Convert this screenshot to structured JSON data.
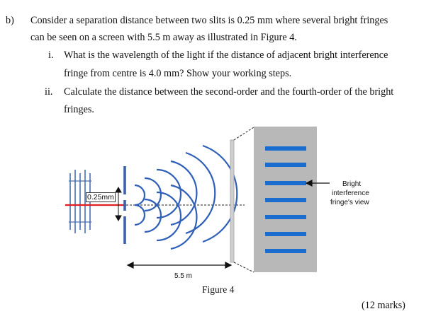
{
  "question": {
    "label": "b)",
    "line1": "Consider a separation distance between two slits is 0.25 mm where several bright fringes",
    "line2": "can be seen on a screen with 5.5 m away as illustrated in Figure 4."
  },
  "parts": [
    {
      "num": "i.",
      "line1": "What is the wavelength of the light if the distance of adjacent bright interference",
      "line2": "fringe from centre is 4.0 mm? Show your working steps."
    },
    {
      "num": "ii.",
      "line1": "Calculate the distance between the second-order and the fourth-order of the bright",
      "line2": "fringes."
    }
  ],
  "figure": {
    "slit_label": "0.25mm",
    "distance_label": "5.5 m",
    "bright_label_1": "Bright",
    "bright_label_2": "interference",
    "bright_label_3": "fringe's view",
    "caption": "Figure 4"
  },
  "marks": "(12 marks)",
  "colors": {
    "grating": "#4a6fb5",
    "slit_barrier": "#3b62ad",
    "laser": "#e02020",
    "wave": "#2f5fb8",
    "screen_box": "#b8b8b8",
    "fringe": "#1b6ccf"
  }
}
